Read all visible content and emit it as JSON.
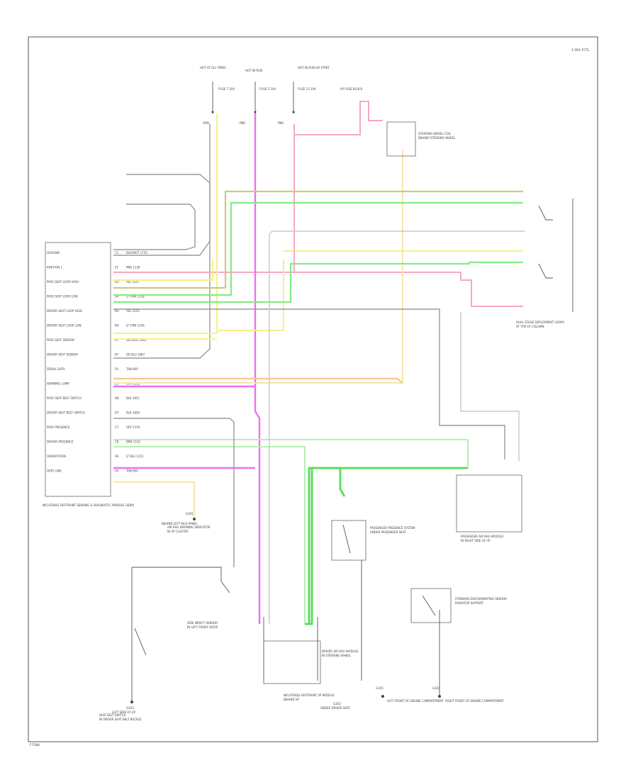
{
  "diagram": {
    "page_ref": "1 SRS FCTL",
    "module": {
      "name": "INFLATABLE RESTRAINT SENSING & DIAGNOSTIC MODULE (SDM)",
      "pins": [
        {
          "func": "GROUND",
          "pin": "C1",
          "wire": "BLK/WHT 1750"
        },
        {
          "func": "IGNITION 1",
          "pin": "E1",
          "wire": "PNK 1139"
        },
        {
          "func": "PASS SEAT LOOP HIGH",
          "pin": "D3",
          "wire": "YEL 1257"
        },
        {
          "func": "PASS SEAT LOOP LOW",
          "pin": "D4",
          "wire": "LT GRN 1258"
        },
        {
          "func": "DRIVER SEAT LOOP HIGH",
          "pin": "B3",
          "wire": "YEL 1255"
        },
        {
          "func": "DRIVER SEAT LOOP LOW",
          "pin": "B4",
          "wire": "LT GRN 1256"
        },
        {
          "func": "PASS SEAT SENSOR",
          "pin": "A7",
          "wire": "GRY/BLK 1685"
        },
        {
          "func": "DRIVER SEAT SENSOR",
          "pin": "B7",
          "wire": "DK BLU 1687"
        },
        {
          "func": "SERIAL DATA",
          "pin": "F8",
          "wire": "TAN 800"
        },
        {
          "func": "WARNING LAMP",
          "pin": "E3",
          "wire": "GRY 1152"
        },
        {
          "func": "PASS SEAT BELT SWITCH",
          "pin": "D8",
          "wire": "BLK 1851"
        },
        {
          "func": "DRIVER SEAT BELT SWITCH",
          "pin": "D7",
          "wire": "BLK 1850"
        },
        {
          "func": "PASS PRESENCE",
          "pin": "C7",
          "wire": "GRY 1154"
        },
        {
          "func": "DRIVER PRESENCE",
          "pin": "C8",
          "wire": "BRN 1155"
        },
        {
          "func": "ORIENTATION",
          "pin": "A6",
          "wire": "LT BLU 1151"
        },
        {
          "func": "DATA LINK",
          "pin": "A5",
          "wire": "TAN 800"
        }
      ]
    },
    "fuse_blocks": [
      {
        "name": "HOT AT ALL TIMES",
        "fuse": "FUSE 7 10A",
        "wire": "ORN"
      },
      {
        "name": "HOT IN RUN",
        "fuse": "FUSE 5 10A",
        "wire": "PNK"
      },
      {
        "name": "HOT IN RUN OR START",
        "fuse": "FUSE 13 10A",
        "wire": "PNK"
      },
      {
        "name": "I/P FUSE BLOCK",
        "fuse": "",
        "wire": ""
      }
    ],
    "grounds": [
      {
        "label": "G203",
        "desc": "LEFT SIDE OF I/P"
      },
      {
        "label": "G201",
        "desc": "BEHIND LEFT KICK PANEL"
      },
      {
        "label": "G105",
        "desc": "LEFT FRONT OF ENGINE COMPARTMENT"
      },
      {
        "label": "G104",
        "desc": "RIGHT FRONT OF ENGINE COMPARTMENT"
      },
      {
        "label": "G302",
        "desc": "UNDER DRIVER SEAT"
      }
    ],
    "components": [
      {
        "name": "DRIVER AIR BAG MODULE",
        "note": "IN STEERING WHEEL"
      },
      {
        "name": "PASSENGER AIR BAG MODULE",
        "note": "IN RIGHT SIDE OF I/P"
      },
      {
        "name": "DUAL STAGE DEPLOYMENT LOOPS",
        "note": "AT TOP OF COLUMN"
      },
      {
        "name": "SIDE IMPACT SENSOR",
        "note": "IN LEFT FRONT DOOR"
      },
      {
        "name": "FORWARD DISCRIMINATING SENSOR",
        "note": "RADIATOR SUPPORT"
      },
      {
        "name": "INFLATABLE RESTRAINT I/P MODULE",
        "note": "BEHIND I/P"
      },
      {
        "name": "AIR BAG WARNING INDICATOR",
        "note": "IN I/P CLUSTER"
      },
      {
        "name": "SEAT BELT SWITCH",
        "note": "IN DRIVER SEAT BELT BUCKLE"
      },
      {
        "name": "PASSENGER PRESENCE SYSTEM",
        "note": "UNDER PASSENGER SEAT"
      },
      {
        "name": "STEERING WHEEL COIL",
        "note": "BEHIND STEERING WHEEL"
      }
    ],
    "wire_colors": {
      "PNK": "#f7a8c0",
      "MAG": "#f06ef0",
      "YEL": "#f5f08a",
      "LT_YEL": "#f8e6a8",
      "OLIVE": "#cfc68a",
      "GRN": "#84ec84",
      "LT_GRN": "#b4f0b4",
      "BRIGHT_GRN": "#56dc5a",
      "ORN": "#f5c890",
      "RED": "#ee7a9a",
      "GRY": "#9a9a9a",
      "LT_GRY": "#c8c8c8",
      "BLK": "#555555"
    },
    "footer_code": "F7586"
  }
}
